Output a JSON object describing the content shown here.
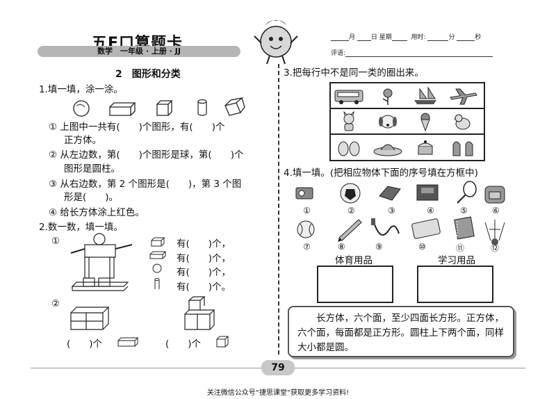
{
  "header": {
    "title": "五E口算题卡",
    "subtitle": "数学　一年级 · 上册 · JJ",
    "date_month": "月",
    "date_day": "日",
    "date_weekday": "星期",
    "time_label": "用时:",
    "time_min": "分",
    "time_sec": "秒",
    "comment_label": "评语:"
  },
  "left": {
    "unit_title": "2　图形和分类",
    "q1_title": "1.填一填，涂一涂。",
    "q1_items": [
      "① 上图中一共有(　　)个图形，有(　　)个",
      "正方体。",
      "② 从左边数，第(　　)个图形是球，第(　　)个",
      "图形是圆柱。",
      "③ 从右边数，第 2 个图形是(　　)，第 3 个图",
      "形是(　　)。",
      "④ 给长方体涂上红色。"
    ],
    "q2_title": "2.数一数，填一填。",
    "q2_marker1": "①",
    "q2_marker2": "②",
    "q2_count_rows": [
      "有(　　)个，",
      "有(　　)个，",
      "有(　　)个，",
      "有(　　)个。"
    ],
    "q2_bottom_left": "(　　)个",
    "q2_bottom_right": "(　　)个"
  },
  "right": {
    "q3_title": "3.把每行中不是同一类的圈出来。",
    "q4_title": "4.填一填。(把相应物体下面的序号填在方框中)",
    "numbers": [
      "①",
      "②",
      "③",
      "④",
      "⑤",
      "⑥",
      "⑦",
      "⑧",
      "⑨",
      "⑩",
      "⑪",
      "⑫"
    ],
    "box_sports_label": "体育用品",
    "box_study_label": "学习用品",
    "note": "　　长方体，六个面，至少四面长方形。正方体，六个面，每面都是正方形。圆柱上下两个面，同样大小都是圆。"
  },
  "page_number": "79",
  "footer": "关注微信公众号“捷思课堂”获取更多学习资料!"
}
